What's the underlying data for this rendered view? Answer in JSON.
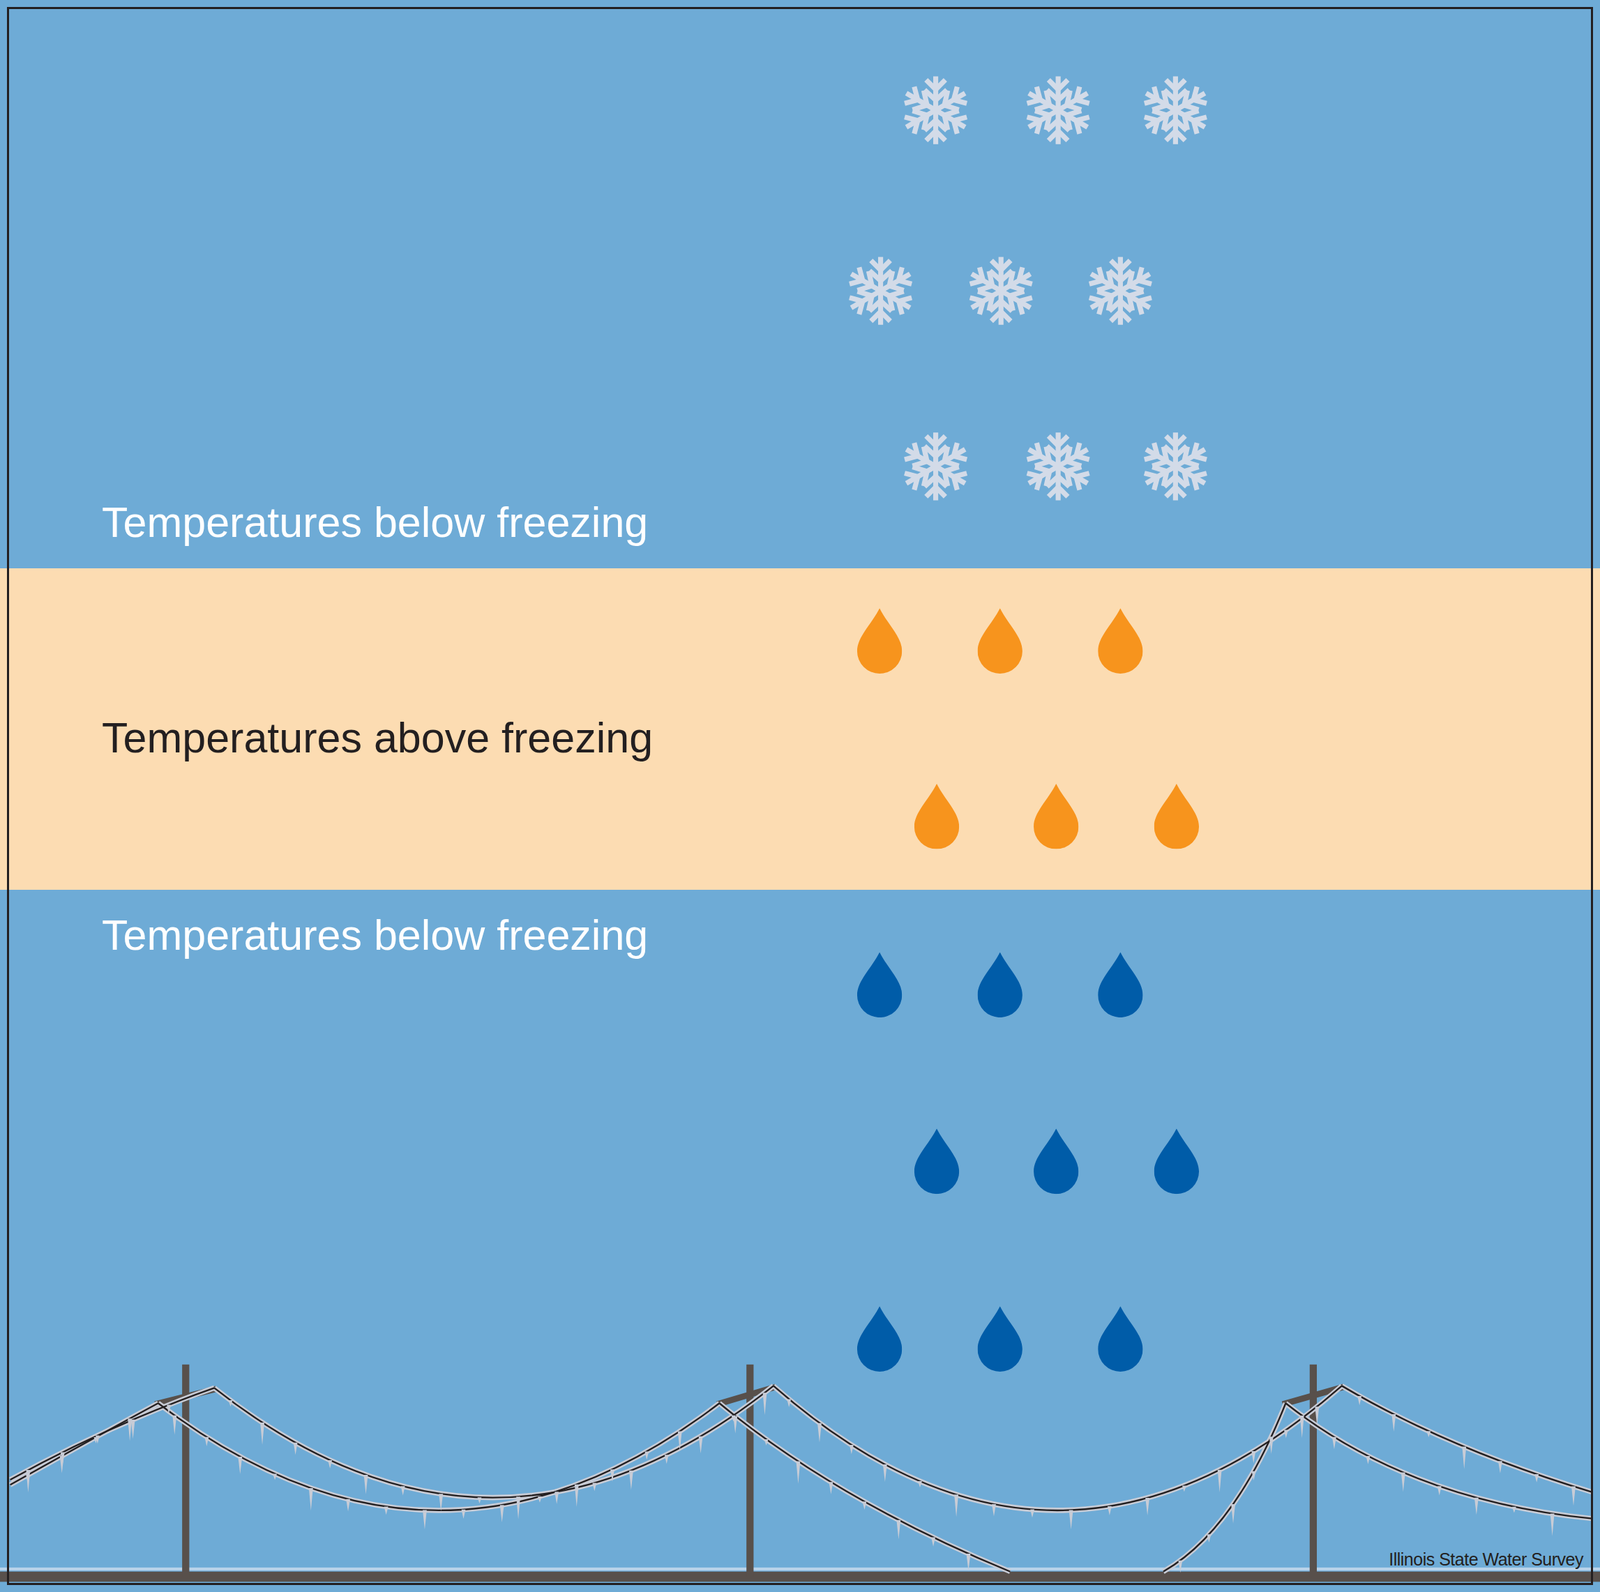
{
  "diagram": {
    "nodes": [
      {
        "text": [
          "Temperatures below freezing"
        ]
      },
      {
        "text": [
          "Temperatures above freezing"
        ]
      },
      {
        "text": [
          "Temperatures below freezing"
        ]
      }
    ],
    "labels": [
      "Illinois State Water Survey"
    ]
  }
}
